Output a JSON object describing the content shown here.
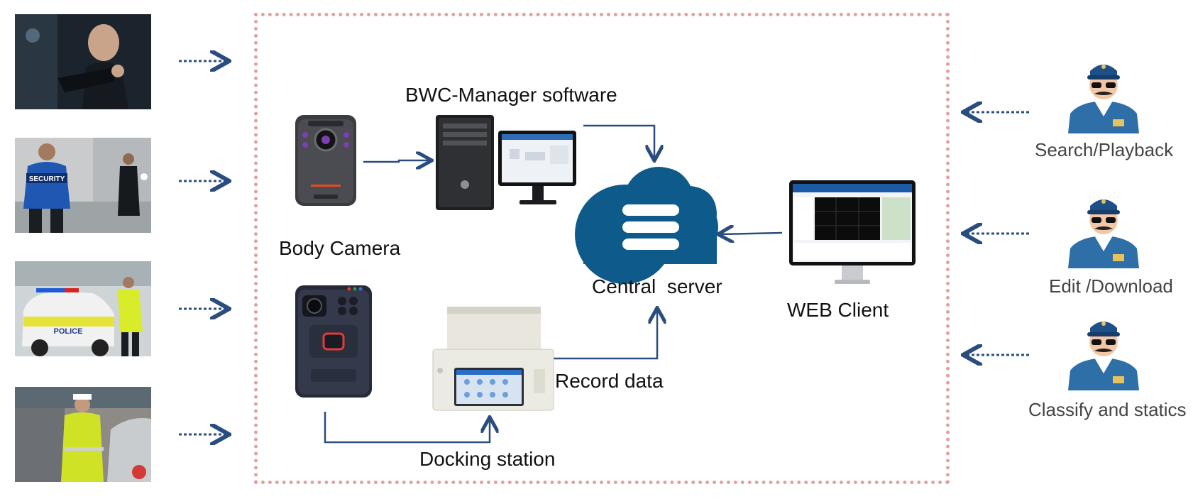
{
  "diagram": {
    "labels": {
      "bwc_manager": "BWC-Manager software",
      "body_camera": "Body Camera",
      "central_server": "Central  server",
      "web_client": "WEB Client",
      "record_data": "Record data",
      "docking_station": "Docking station"
    },
    "roles": [
      {
        "label": "Search/Playback"
      },
      {
        "label": "Edit /Download"
      },
      {
        "label": "Classify and statics"
      }
    ],
    "photos": [
      {
        "name": "officer-aiming-photo",
        "caption": ""
      },
      {
        "name": "security-guards-photo",
        "caption": "SECURITY"
      },
      {
        "name": "police-car-photo",
        "caption": "POLICE"
      },
      {
        "name": "traffic-officer-photo",
        "caption": ""
      }
    ],
    "colors": {
      "arrow": "#2a4d7f",
      "frame": "#e3a0a0",
      "cloud": "#0e5a8a",
      "uniform": "#2e6fa7"
    }
  }
}
